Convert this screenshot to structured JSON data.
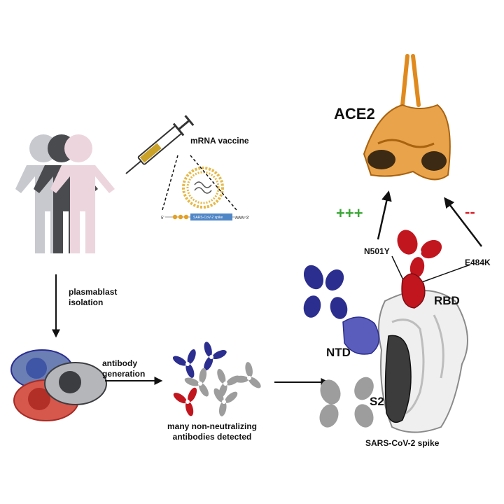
{
  "labels": {
    "mrna_vaccine": "mRNA vaccine",
    "plasmablast_isolation": "plasmablast\nisolation",
    "antibody_generation": "antibody\ngeneration",
    "non_neutralizing": "many non-neutralizing\nantibodies detected",
    "ace2": "ACE2",
    "rbd": "RBD",
    "ntd": "NTD",
    "s2": "S2",
    "spike": "SARS-CoV-2 spike",
    "n501y": "N501Y",
    "e484k": "E484K",
    "plus_effect": "+++",
    "minus_effect": "--"
  },
  "mrna_construct": {
    "five_prime": "5'",
    "insert": "SARS-CoV-2 spike",
    "three_prime": "AAA- 3'"
  },
  "colors": {
    "plus": "#3aa635",
    "minus": "#d8262e",
    "ace2": "#e08a1e",
    "rbd": "#c2161f",
    "ntd": "#2b2e8f",
    "s2": "#4d4d4d",
    "gray_antibody": "#9d9d9d",
    "syringe_fluid": "#c9a227"
  }
}
